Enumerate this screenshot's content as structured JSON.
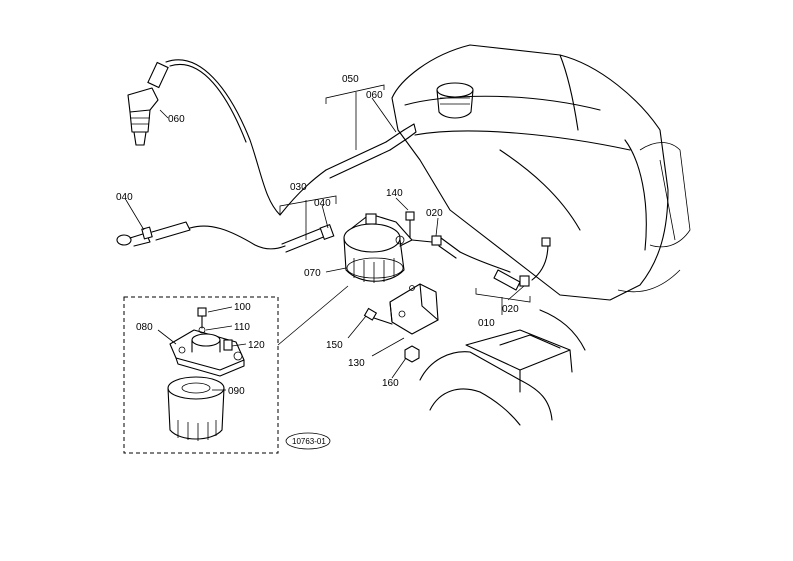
{
  "parts": {
    "p010": "010",
    "p020a": "020",
    "p020b": "020",
    "p030": "030",
    "p040a": "040",
    "p040b": "040",
    "p050": "050",
    "p060a": "060",
    "p060b": "060",
    "p070": "070",
    "p080": "080",
    "p090": "090",
    "p100": "100",
    "p110": "110",
    "p120": "120",
    "p130": "130",
    "p140": "140",
    "p150": "150",
    "p160": "160"
  },
  "stamp": "10763-01"
}
